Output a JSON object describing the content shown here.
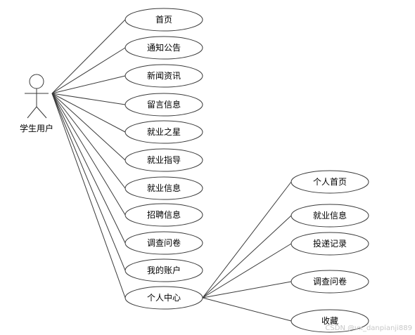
{
  "actor": {
    "label": "学生用户"
  },
  "use_cases": [
    {
      "id": "uc-home",
      "label": "首页"
    },
    {
      "id": "uc-notice",
      "label": "通知公告"
    },
    {
      "id": "uc-news",
      "label": "新闻资讯"
    },
    {
      "id": "uc-message",
      "label": "留言信息"
    },
    {
      "id": "uc-star",
      "label": "就业之星"
    },
    {
      "id": "uc-guide",
      "label": "就业指导"
    },
    {
      "id": "uc-jobinfo",
      "label": "就业信息"
    },
    {
      "id": "uc-recruit",
      "label": "招聘信息"
    },
    {
      "id": "uc-survey",
      "label": "调查问卷"
    },
    {
      "id": "uc-account",
      "label": "我的账户"
    },
    {
      "id": "uc-center",
      "label": "个人中心"
    }
  ],
  "center_sub_cases": [
    {
      "id": "sub-home",
      "label": "个人首页"
    },
    {
      "id": "sub-jobinfo",
      "label": "就业信息"
    },
    {
      "id": "sub-delivery",
      "label": "投递记录"
    },
    {
      "id": "sub-survey",
      "label": "调查问卷"
    },
    {
      "id": "sub-favorites",
      "label": "收藏"
    }
  ],
  "watermark": "CSDN @vx_danpianji889"
}
